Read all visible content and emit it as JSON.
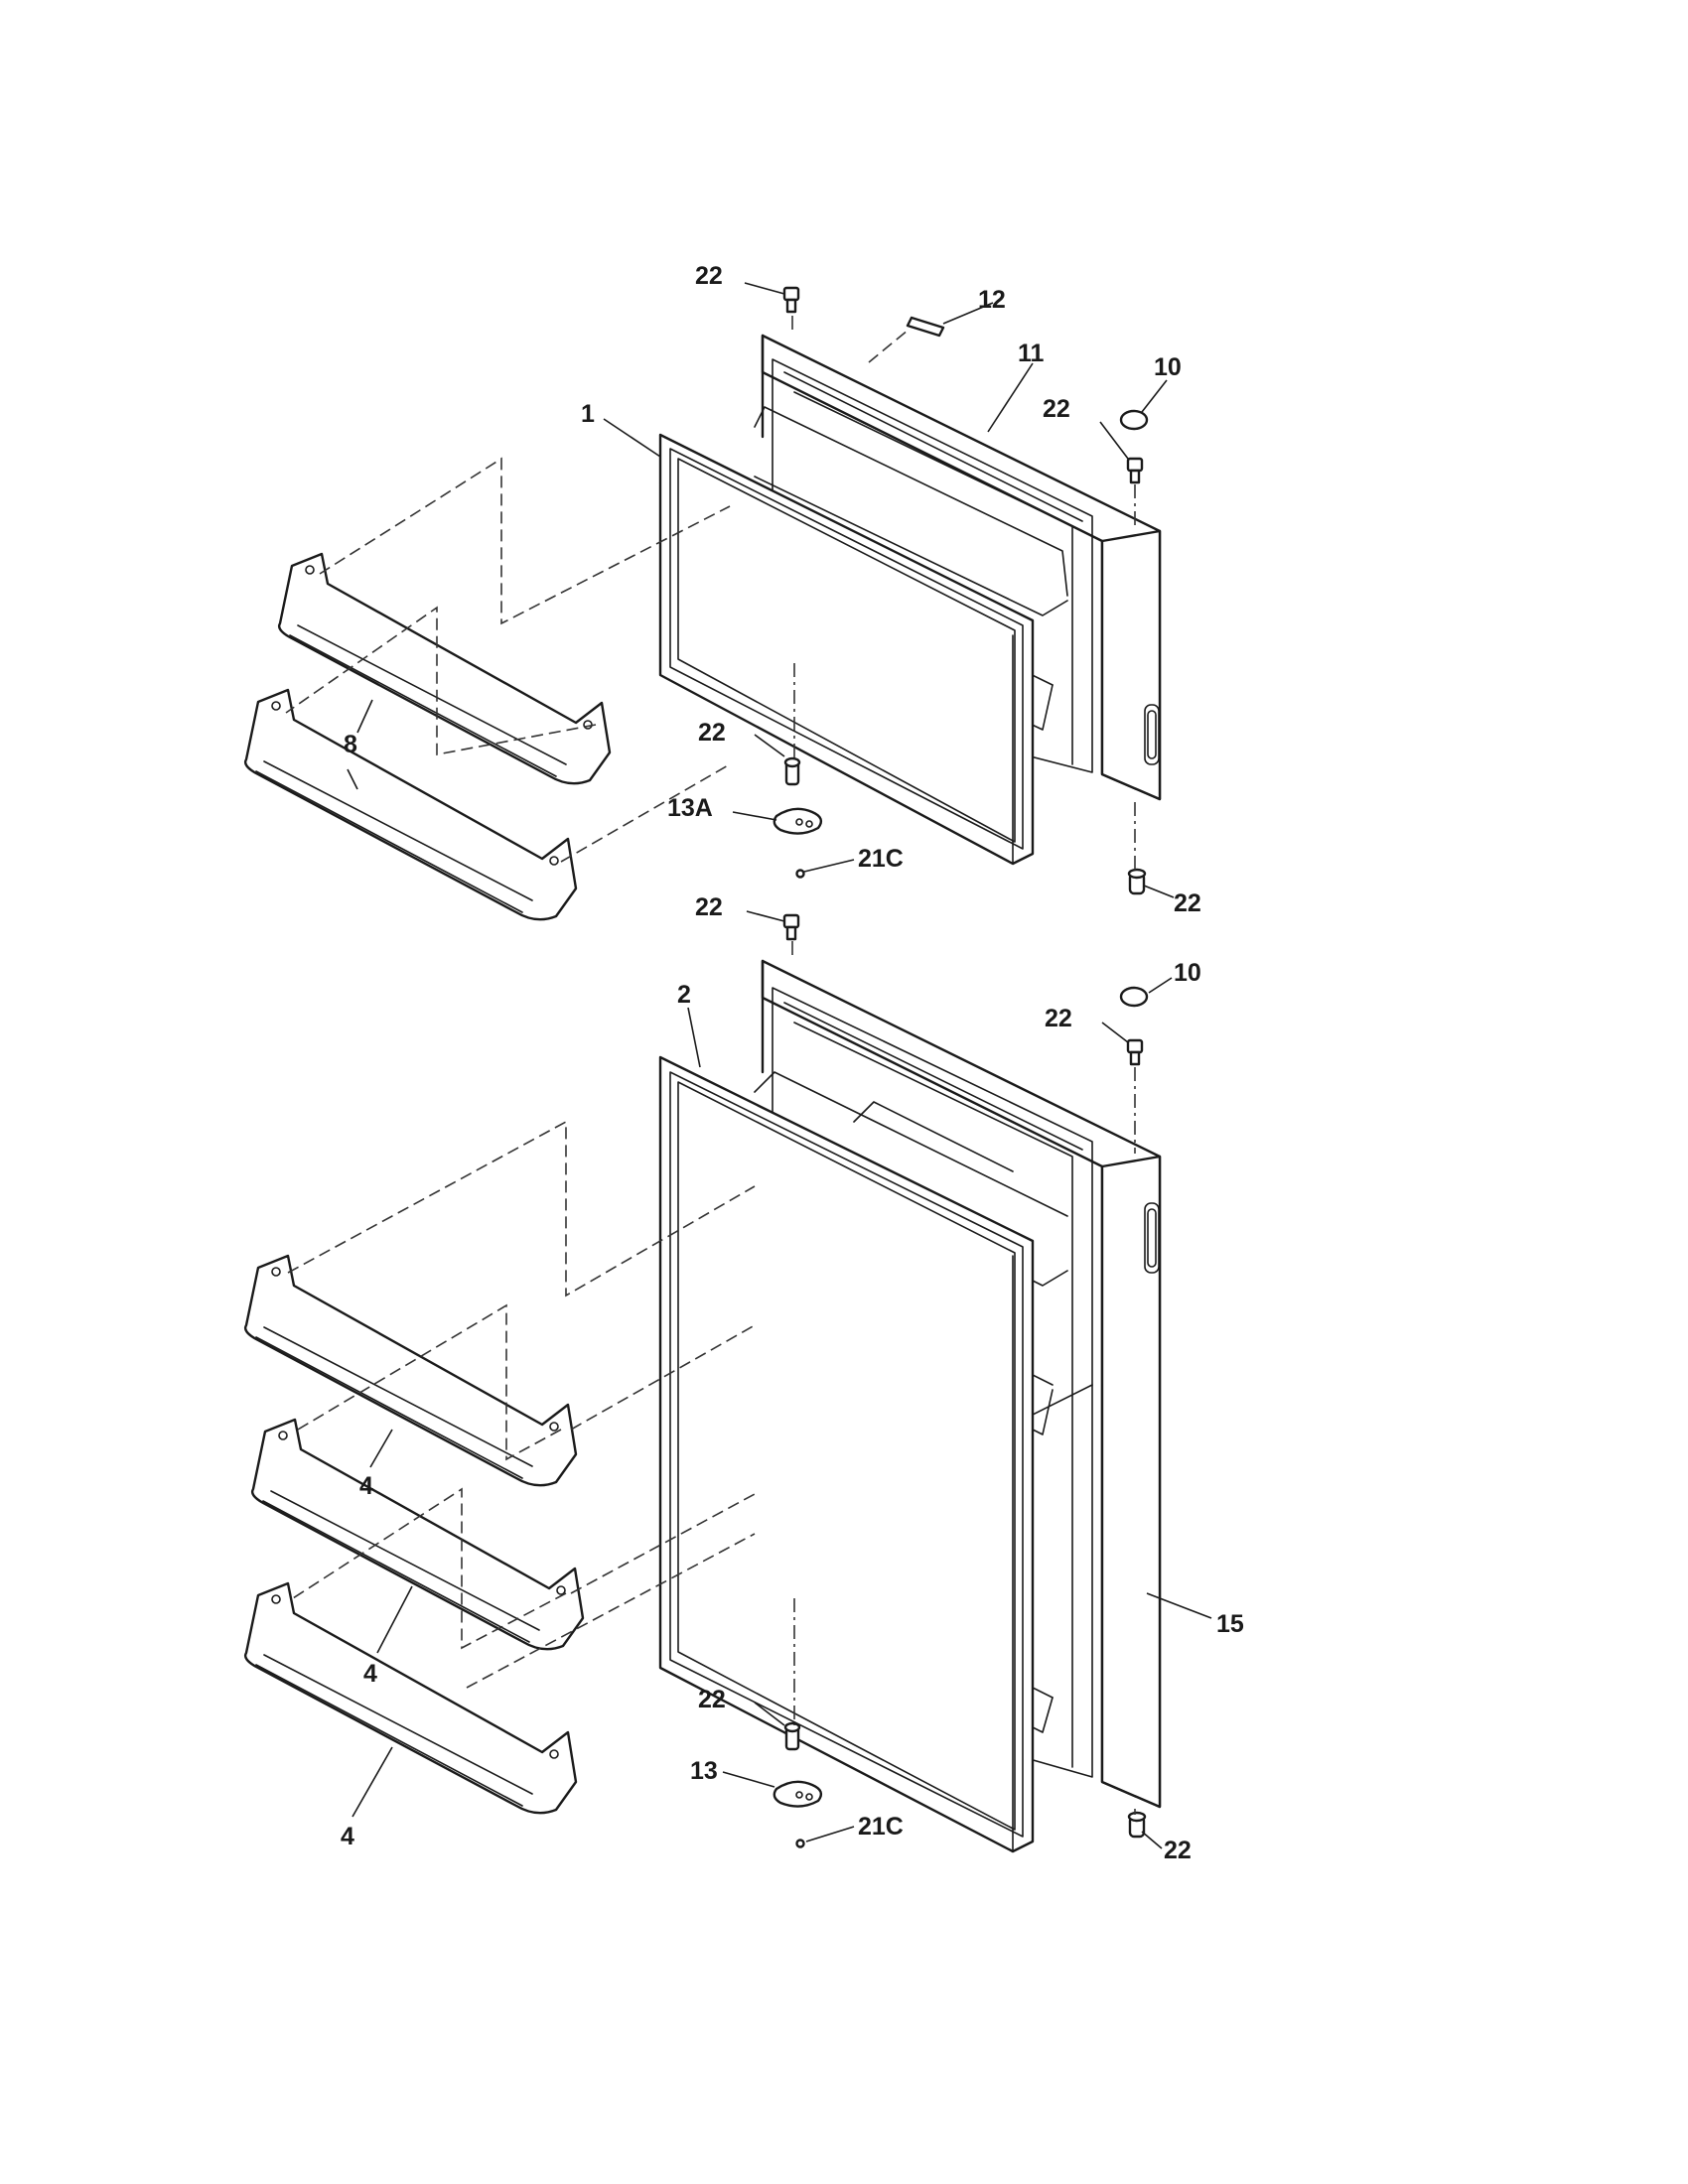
{
  "callouts": {
    "c1": "22",
    "c2": "12",
    "c3": "11",
    "c4": "10",
    "c5": "22",
    "c6": "1",
    "c7": "8",
    "c8": "22",
    "c9": "13A",
    "c10": "21C",
    "c11": "22",
    "c12": "22",
    "c13": "10",
    "c14": "22",
    "c15": "2",
    "c16": "4",
    "c17": "4",
    "c18": "15",
    "c19": "22",
    "c20": "13",
    "c21": "21C",
    "c22": "4",
    "c23": "22"
  },
  "colors": {
    "ink": "#1a1a1a",
    "paper": "#ffffff"
  }
}
